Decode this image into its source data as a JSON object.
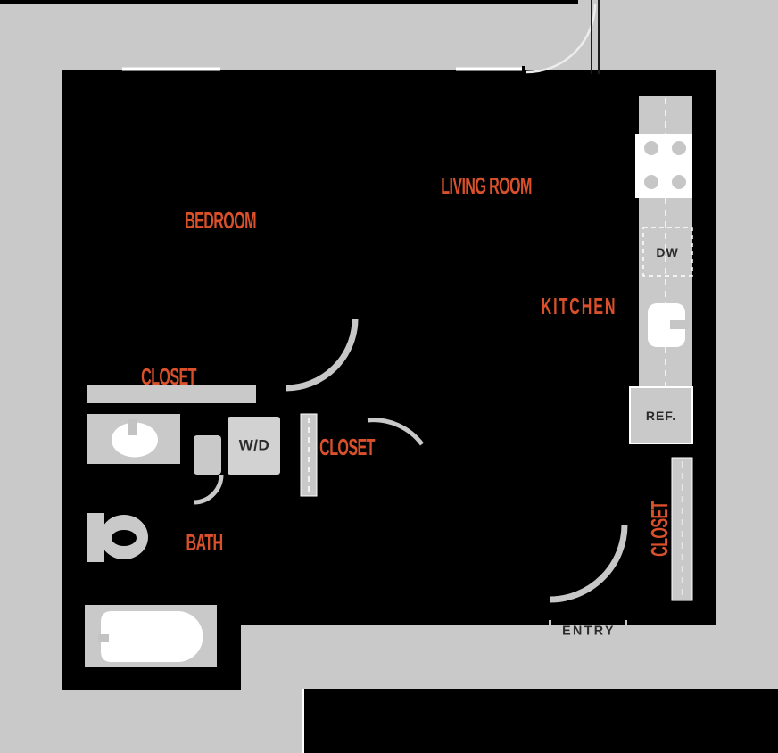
{
  "colors": {
    "background_gray": "#c9c9c9",
    "walls_black": "#000000",
    "fixture_gray": "#c9c9c9",
    "appliance_white": "#ffffff",
    "room_label_orange": "#d9502b",
    "dark_label": "#2b2b2b"
  },
  "labels": {
    "living_room": "LIVING ROOM",
    "bedroom": "BEDROOM",
    "kitchen": "KITCHEN",
    "bedroom_closet": "CLOSET",
    "hall_closet": "CLOSET",
    "entry_closet": "CLOSET",
    "bath": "BATH",
    "washer_dryer": "W/D",
    "dishwasher": "DW",
    "refrigerator": "REF.",
    "entry": "ENTRY"
  },
  "fixtures": [
    "stove-cooktop",
    "kitchen-sink",
    "dishwasher",
    "refrigerator",
    "washer-dryer",
    "bathroom-vanity-sink",
    "toilet",
    "bathtub",
    "bedroom-closet-shelf",
    "sliding-closet-doors",
    "door-swing-arcs",
    "balcony-door",
    "windows",
    "entry-door"
  ]
}
